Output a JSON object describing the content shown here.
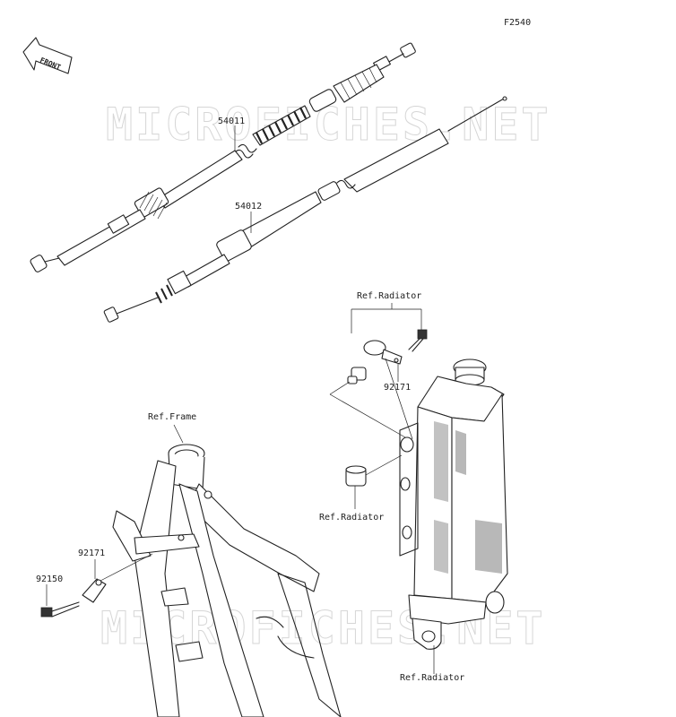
{
  "figure_code": "F2540",
  "front_badge": "FRONT",
  "watermark": "MICROFICHES.NET",
  "parts": {
    "clutch_cable": "54011",
    "throttle_cable": "54012",
    "clamp_upper": "92171",
    "clamp_lower": "92171",
    "bolt": "92150"
  },
  "references": {
    "radiator_top": "Ref.Radiator",
    "radiator_mid": "Ref.Radiator",
    "radiator_bottom": "Ref.Radiator",
    "frame": "Ref.Frame"
  }
}
